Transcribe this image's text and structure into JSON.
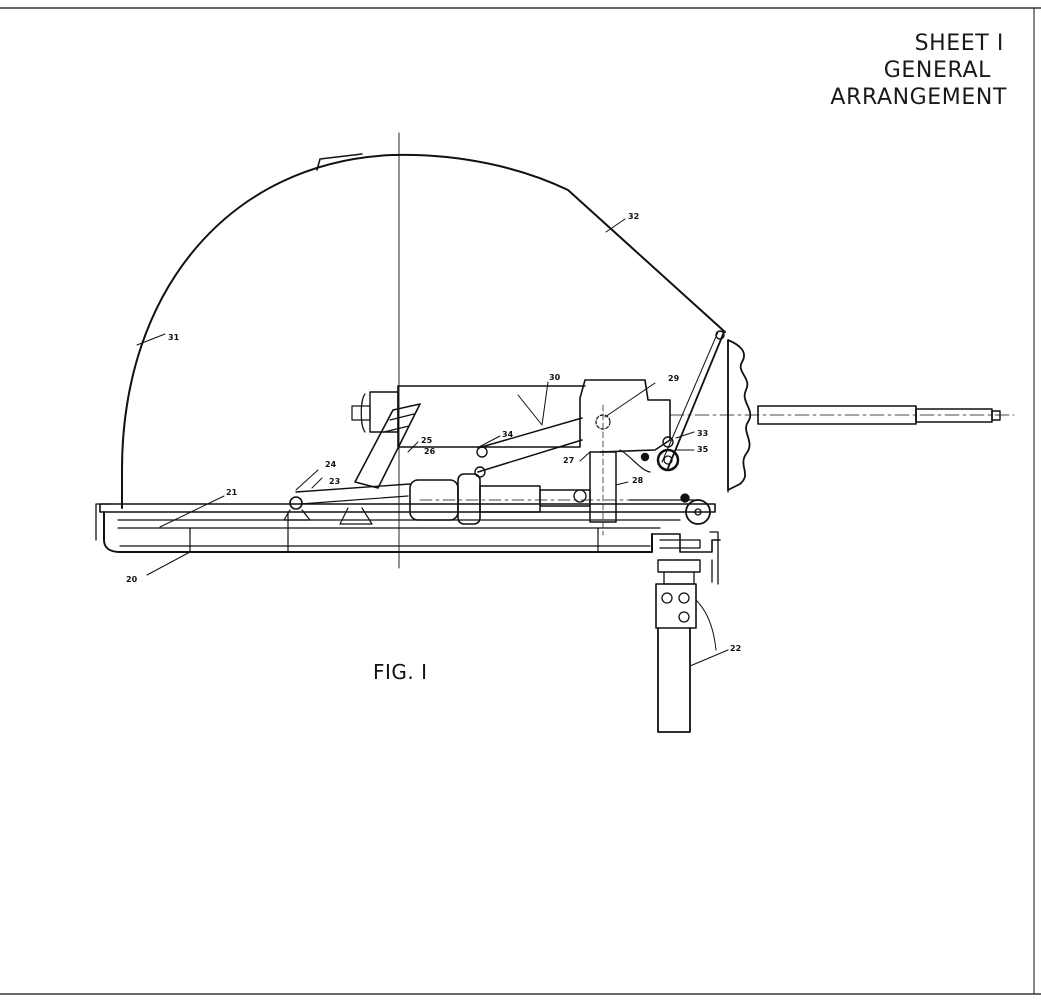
{
  "sheet": {
    "number_label": "SHEET I",
    "title_line_1": "GENERAL",
    "title_line_2": "ARRANGEMENT"
  },
  "figure": {
    "label": "FIG. I"
  },
  "part_labels": [
    "20",
    "21",
    "22",
    "23",
    "24",
    "25",
    "26",
    "27",
    "28",
    "29",
    "30",
    "31",
    "32",
    "33",
    "34",
    "35"
  ],
  "colors": {
    "ink": "#111111",
    "paper": "#ffffff"
  }
}
